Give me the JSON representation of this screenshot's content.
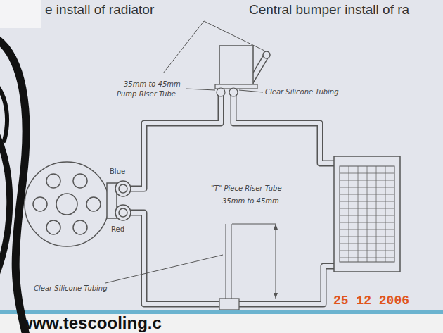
{
  "diagram": {
    "labels": [
      "e install of radiator",
      "Central bumper install of ra",
      "35mm to 45mm",
      "Pump Riser Tube",
      "Clear Silicone Tubing",
      "Blue",
      "Red",
      "\"T\" Piece Riser Tube",
      "35mm to 45mm",
      "Clear Silicone Tubing",
      "25 12 2006",
      "www.tescooling.c"
    ]
  }
}
